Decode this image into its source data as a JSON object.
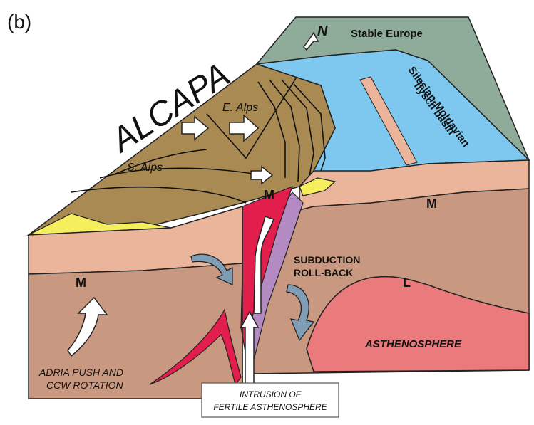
{
  "figure": {
    "panel_label": "(b)",
    "title": "ALCAPA",
    "regions": {
      "stable_europe": "Stable Europe",
      "flysch_basin_line1": "Silesian-Moldavian",
      "flysch_basin_line2": "flysch basin",
      "e_alps": "E. Alps",
      "s_alps": "S. Alps",
      "asthenosphere": "ASTHENOSPHERE"
    },
    "markers": {
      "north": "N",
      "moho_left": "M",
      "moho_center": "M",
      "moho_right": "M",
      "lithosphere": "L"
    },
    "annotations": {
      "rollback_line1": "SUBDUCTION",
      "rollback_line2": "ROLL-BACK",
      "adria_line1": "ADRIA PUSH AND",
      "adria_line2": "CCW ROTATION",
      "intrusion_line1": "INTRUSION OF",
      "intrusion_line2": "FERTILE ASTHENOSPHERE"
    },
    "colors": {
      "alcapa_brown": "#a98a53",
      "flysch_blue": "#7ec8ef",
      "stable_europe_green": "#8fab99",
      "crust_salmon": "#eab59a",
      "mantle_tan": "#c99880",
      "asthenosphere_red": "#ea7a7c",
      "intrusion_crimson": "#e21e4c",
      "slab_purple": "#b48ac2",
      "sediment_yellow": "#f5ef5e",
      "flow_arrow_blue": "#7f9eb6"
    }
  }
}
